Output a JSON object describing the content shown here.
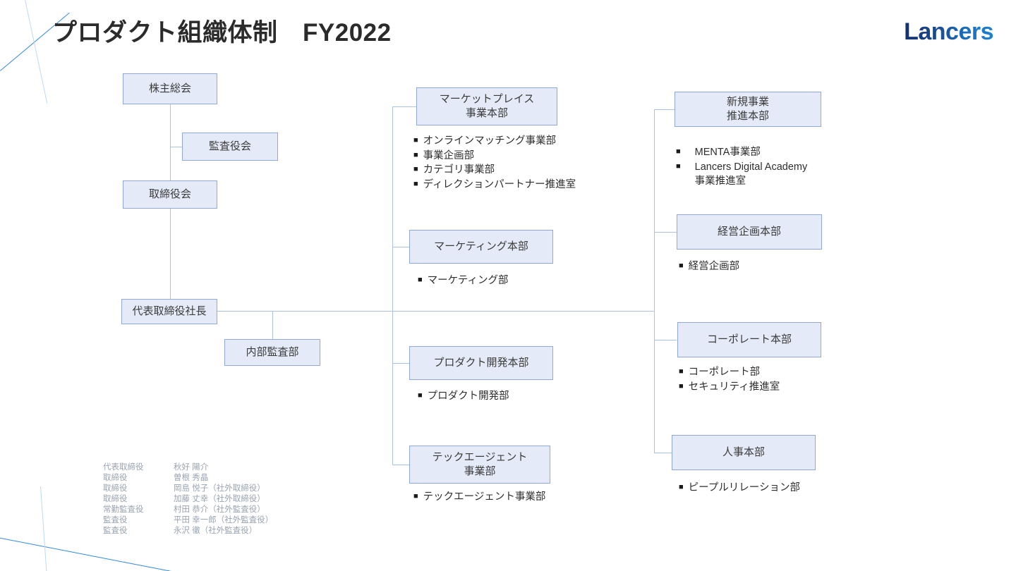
{
  "header": {
    "title": "プロダクト組織体制　FY2022",
    "logo": "Lancers"
  },
  "governance": {
    "shareholders": "株主総会",
    "audit_board": "監査役会",
    "board_of_directors": "取締役会",
    "president": "代表取締役社長",
    "internal_audit": "内部監査部"
  },
  "divisions_center": [
    {
      "name": "マーケットプレイス\n事業本部",
      "departments": [
        "オンラインマッチング事業部",
        "事業企画部",
        "カテゴリ事業部",
        "ディレクションパートナー推進室"
      ]
    },
    {
      "name": "マーケティング本部",
      "departments": [
        "マーケティング部"
      ]
    },
    {
      "name": "プロダクト開発本部",
      "departments": [
        "プロダクト開発部"
      ]
    },
    {
      "name": "テックエージェント\n事業部",
      "departments": [
        "テックエージェント事業部"
      ]
    }
  ],
  "divisions_right": [
    {
      "name": "新規事業\n推進本部",
      "departments": [
        "MENTA事業部",
        "Lancers Digital Academy\n事業推進室"
      ]
    },
    {
      "name": "経営企画本部",
      "departments": [
        "経営企画部"
      ]
    },
    {
      "name": "コーポレート本部",
      "departments": [
        "コーポレート部",
        "セキュリティ推進室"
      ]
    },
    {
      "name": "人事本部",
      "departments": [
        "ピープルリレーション部"
      ]
    }
  ],
  "bullet_glyph": "■",
  "board_members": [
    {
      "role": "代表取締役",
      "person": "秋好 陽介"
    },
    {
      "role": "取締役",
      "person": "曽根 秀晶"
    },
    {
      "role": "取締役",
      "person": "岡島 悦子（社外取締役）"
    },
    {
      "role": "取締役",
      "person": "加藤 丈幸（社外取締役）"
    },
    {
      "role": "常勤監査役",
      "person": "村田 恭介（社外監査役）"
    },
    {
      "role": "監査役",
      "person": "平田 幸一郎（社外監査役）"
    },
    {
      "role": "監査役",
      "person": "永沢 徹（社外監査役）"
    }
  ],
  "colors": {
    "box_fill": "#e4eaf7",
    "box_border": "#8fa9dd",
    "connector": "#aac3e8",
    "accent_blue": "#2f86e8",
    "logo_dark": "#14306e",
    "logo_light": "#1b82cf"
  }
}
